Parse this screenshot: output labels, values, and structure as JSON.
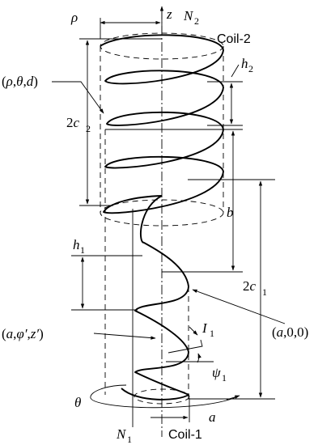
{
  "labels": {
    "rho_main": "ρ",
    "rho_point_open": "(",
    "rho_point_rho": "ρ",
    "rho_point_theta": "θ",
    "rho_point_d": "d",
    "rho_point_close": ")",
    "comma": ",",
    "z_axis": "z",
    "n2_base": "N",
    "n2_sub": "2",
    "coil2": "Coil-2",
    "h2_base": "h",
    "h2_sub": "2",
    "two_c2_pre": "2",
    "two_c2_c": "c",
    "two_c2_sub": "2",
    "b": "b",
    "h1_base": "h",
    "h1_sub": "1",
    "two_c1_pre": "2",
    "two_c1_c": "c",
    "two_c1_sub": "1",
    "a00_open": "(",
    "a00_a": "a",
    "a00_rest": ",0,0)",
    "i1_base": "I",
    "i1_sub": "1",
    "apz_open": "(",
    "apz_a": "a",
    "apz_phi": "φ′",
    "apz_z": "z′",
    "apz_close": ")",
    "psi1_base": "ψ",
    "psi1_sub": "1",
    "theta": "θ",
    "n1_base": "N",
    "n1_sub": "1",
    "coil1": "Coil-1",
    "a_label": "a"
  }
}
